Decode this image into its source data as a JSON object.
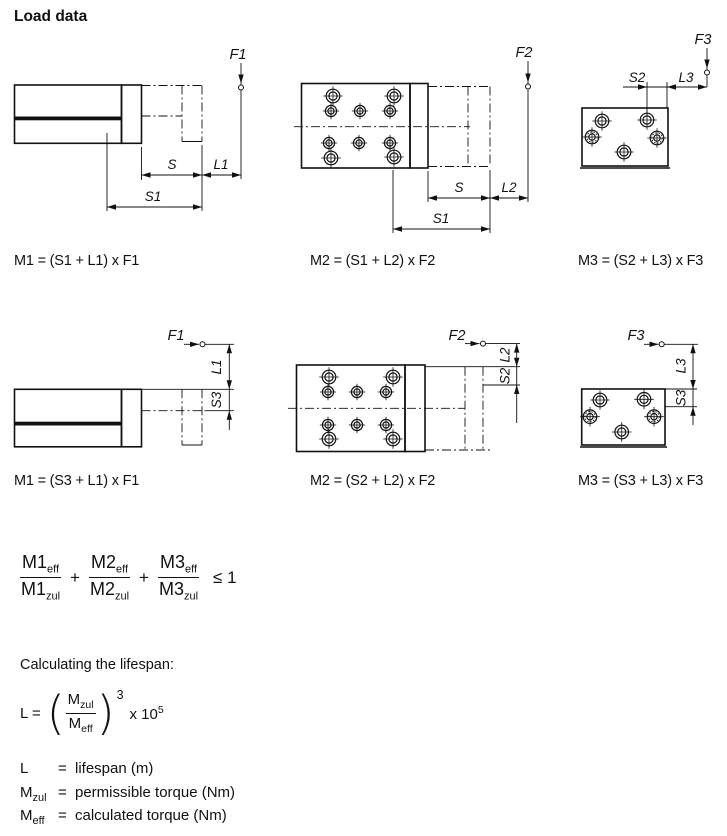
{
  "title": "Load data",
  "colors": {
    "ink": "#111111",
    "background": "#ffffff"
  },
  "diagrams": {
    "d1": {
      "force": "F1",
      "dim_s": "S",
      "dim_l": "L1",
      "dim_s1": "S1",
      "formula": "M1 = (S1 + L1) x F1"
    },
    "d2": {
      "force": "F2",
      "dim_s": "S",
      "dim_l": "L2",
      "dim_s1": "S1",
      "formula": "M2 = (S1 + L2) x F2"
    },
    "d3": {
      "force": "F3",
      "dim_s2": "S2",
      "dim_l3": "L3",
      "formula": "M3 = (S2 + L3) x F3"
    },
    "d4": {
      "force": "F1",
      "dim_l": "L1",
      "dim_s3": "S3",
      "formula": "M1 = (S3 + L1) x F1"
    },
    "d5": {
      "force": "F2",
      "dim_l": "L2",
      "dim_s2": "S2",
      "formula": "M2 = (S2 + L2) x F2"
    },
    "d6": {
      "force": "F3",
      "dim_l": "L3",
      "dim_s3": "S3",
      "formula": "M3 = (S3 + L3) x F3"
    }
  },
  "load_formula": {
    "f1": {
      "num_base": "M1",
      "num_sub": "eff",
      "den_base": "M1",
      "den_sub": "zul"
    },
    "f2": {
      "num_base": "M2",
      "num_sub": "eff",
      "den_base": "M2",
      "den_sub": "zul"
    },
    "f3": {
      "num_base": "M3",
      "num_sub": "eff",
      "den_base": "M3",
      "den_sub": "zul"
    },
    "plus": "+",
    "relation": "≤ 1"
  },
  "lifespan": {
    "heading": "Calculating the lifespan:",
    "lhs": "L =",
    "num_base": "M",
    "num_sub": "zul",
    "den_base": "M",
    "den_sub": "eff",
    "exponent": "3",
    "mult_base": "x 10",
    "mult_exp": "5"
  },
  "legend": {
    "rows": [
      {
        "term_base": "L",
        "term_sub": "",
        "eq": "=",
        "desc": "lifespan (m)"
      },
      {
        "term_base": "M",
        "term_sub": "zul",
        "eq": "=",
        "desc": "permissible torque (Nm)"
      },
      {
        "term_base": "M",
        "term_sub": "eff",
        "eq": "=",
        "desc": "calculated torque (Nm)"
      }
    ]
  }
}
